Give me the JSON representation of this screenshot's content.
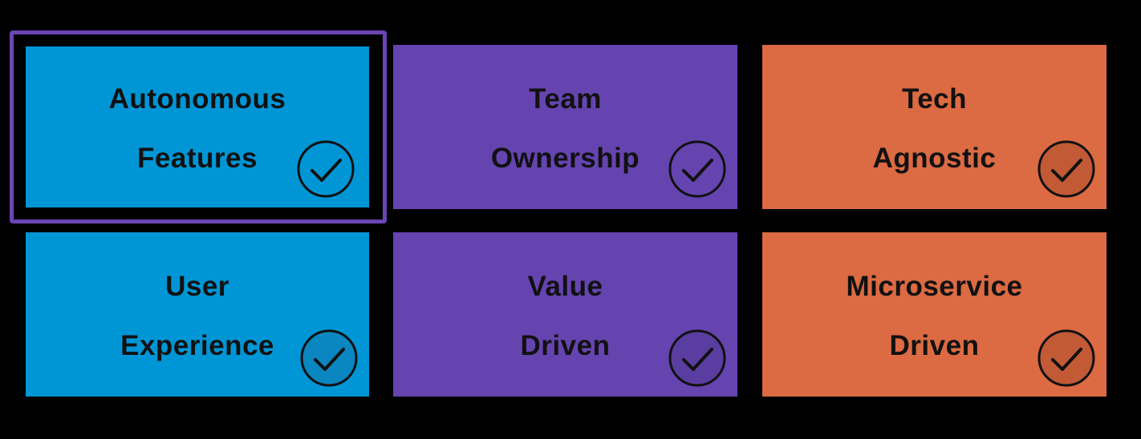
{
  "tiles": [
    {
      "lines": [
        "Autonomous",
        "Features"
      ],
      "color": "#0096d6",
      "check_icon": "check-circle-icon",
      "selected": true
    },
    {
      "lines": [
        "Team",
        "Ownership"
      ],
      "color": "#6544b0",
      "check_icon": "check-circle-icon",
      "selected": false
    },
    {
      "lines": [
        "Tech",
        "Agnostic"
      ],
      "color": "#dc6a42",
      "check_icon": "check-circle-icon",
      "selected": false
    },
    {
      "lines": [
        "User",
        "Experience"
      ],
      "color": "#0096d6",
      "check_icon": "check-circle-icon",
      "selected": false
    },
    {
      "lines": [
        "Value",
        "Driven"
      ],
      "color": "#6544b0",
      "check_icon": "check-circle-icon",
      "selected": false
    },
    {
      "lines": [
        "Microservice",
        "Driven"
      ],
      "color": "#dc6a42",
      "check_icon": "check-circle-icon",
      "selected": false
    }
  ],
  "colors": {
    "background": "#000000",
    "selection_border": "#6b44b5",
    "text": "#111111"
  }
}
